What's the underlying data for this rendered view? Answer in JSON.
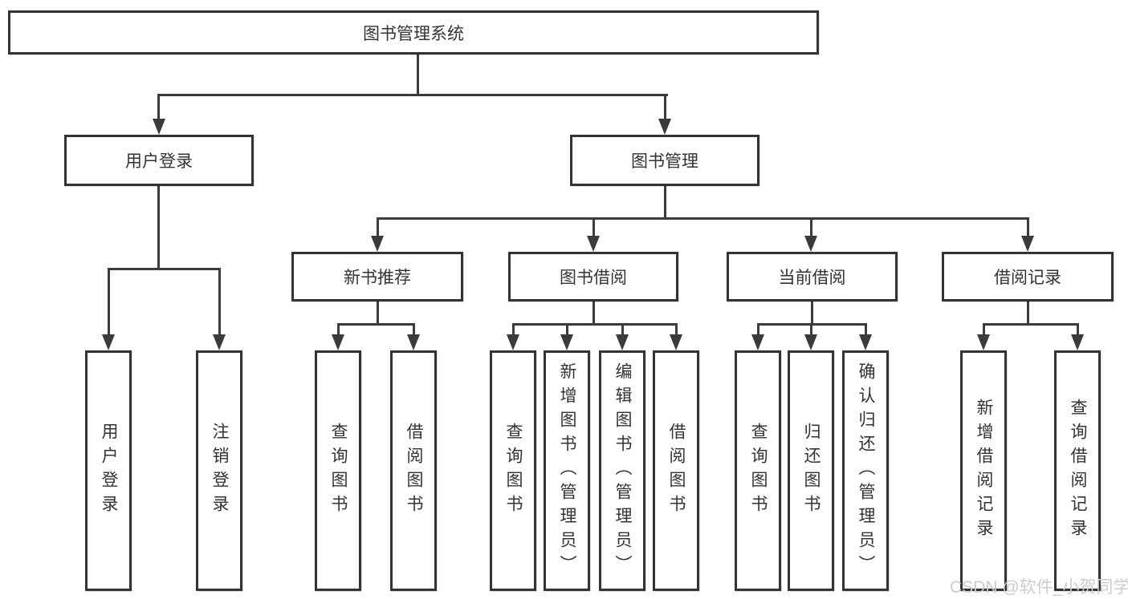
{
  "colors": {
    "background": "#ffffff",
    "line": "#3b3b3b",
    "box_border": "#333333",
    "text": "#333333",
    "watermark": "#cccccc"
  },
  "watermark": {
    "text": "CSDN @软件_小贺同学"
  },
  "tree": {
    "root": {
      "label": "图书管理系统"
    },
    "children": [
      {
        "label": "用户登录",
        "children": [
          {
            "label": "用户登录"
          },
          {
            "label": "注销登录"
          }
        ]
      },
      {
        "label": "图书管理",
        "children": [
          {
            "label": "新书推荐",
            "children": [
              {
                "label": "查询图书"
              },
              {
                "label": "借阅图书"
              }
            ]
          },
          {
            "label": "图书借阅",
            "children": [
              {
                "label": "查询图书"
              },
              {
                "label": "新增图书（管理员）"
              },
              {
                "label": "编辑图书（管理员）"
              },
              {
                "label": "借阅图书"
              }
            ]
          },
          {
            "label": "当前借阅",
            "children": [
              {
                "label": "查询图书"
              },
              {
                "label": "归还图书"
              },
              {
                "label": "确认归还（管理员）"
              }
            ]
          },
          {
            "label": "借阅记录",
            "children": [
              {
                "label": "新增借阅记录"
              },
              {
                "label": "查询借阅记录"
              }
            ]
          }
        ]
      }
    ]
  }
}
